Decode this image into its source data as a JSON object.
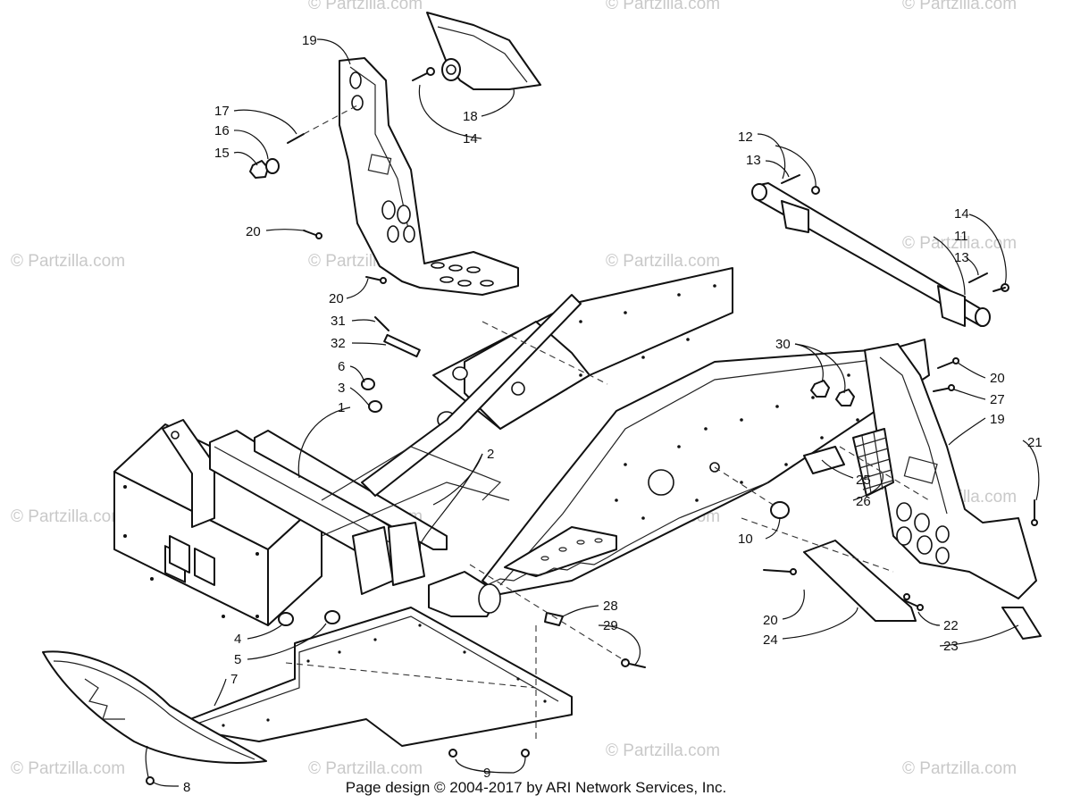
{
  "watermark": "© Partzilla.com",
  "footer": "Page design © 2004-2017 by ARI Network Services, Inc.",
  "callouts": {
    "c1": "1",
    "c2": "2",
    "c3": "3",
    "c4": "4",
    "c5": "5",
    "c6": "6",
    "c7": "7",
    "c8": "8",
    "c9": "9",
    "c10": "10",
    "c11": "11",
    "c12": "12",
    "c13a": "13",
    "c13b": "13",
    "c14a": "14",
    "c14b": "14",
    "c15": "15",
    "c16": "16",
    "c17": "17",
    "c18": "18",
    "c19a": "19",
    "c19b": "19",
    "c20a": "20",
    "c20b": "20",
    "c20c": "20",
    "c20d": "20",
    "c21": "21",
    "c22": "22",
    "c23": "23",
    "c24": "24",
    "c25": "25",
    "c26": "26",
    "c27": "27",
    "c28": "28",
    "c29": "29",
    "c30": "30",
    "c31": "31",
    "c32": "32"
  }
}
